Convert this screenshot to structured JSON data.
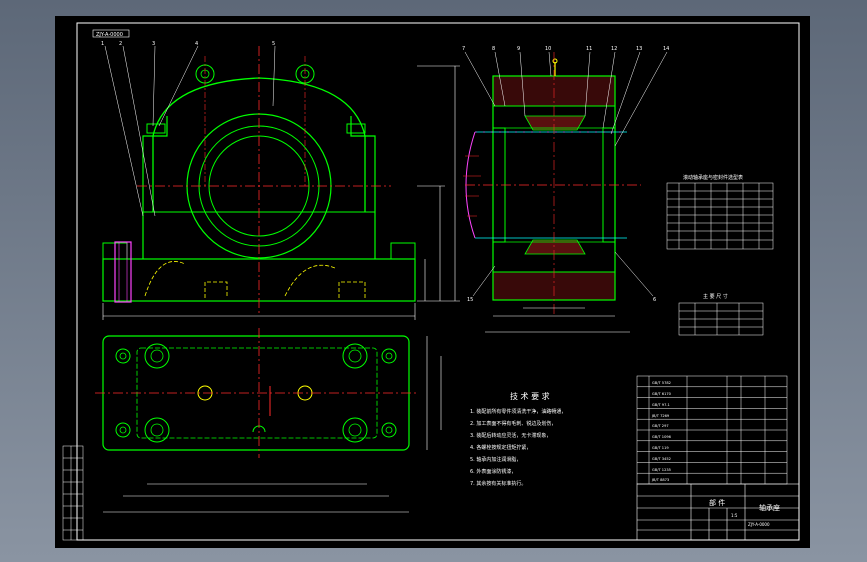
{
  "drawing": {
    "stamp": "ZJY-A-0000",
    "leader_numbers_front": [
      "1",
      "2",
      "3",
      "4",
      "5"
    ],
    "leader_numbers_section": [
      "7",
      "8",
      "9",
      "10",
      "11",
      "12",
      "13",
      "14"
    ],
    "bottom_leader_left": "15",
    "bottom_leader_right": "6",
    "tech_title": "技 术 要 求",
    "tech_notes": [
      "1. 装配前所有零件须清洗干净，油路畅通，",
      "2. 加工表面不得有毛刺、锐边及划伤，",
      "3. 装配后转动应灵活，无卡滞现象，",
      "4. 各螺栓按规定扭矩拧紧，",
      "5. 轴承内加注润滑脂，",
      "6. 外表面涂防锈漆，",
      "7. 其余按有关标准执行。"
    ],
    "table1_title": "滚动轴承座与密封件选型表",
    "table2_title": "主 要 尺 寸",
    "title_block": {
      "part_label": "部 件",
      "name": "轴承座",
      "drawing_no": "ZJY-A-0000",
      "scale": "1:5"
    },
    "parts_codes": [
      "GB/T 5782",
      "GB/T 6170",
      "GB/T 97.1",
      "JB/T 7269",
      "GB/T 297",
      "GB/T 1096",
      "GB/T 119",
      "GB/T 3452",
      "GB/T 1235",
      "JB/T 8873"
    ],
    "colors": {
      "outline": "#00ff00",
      "dimension": "#ffffff",
      "centerline": "#ff2a2a",
      "hatch": "#ff2a2a",
      "bolt": "#ff44ff",
      "shaft": "#00ffff"
    }
  }
}
